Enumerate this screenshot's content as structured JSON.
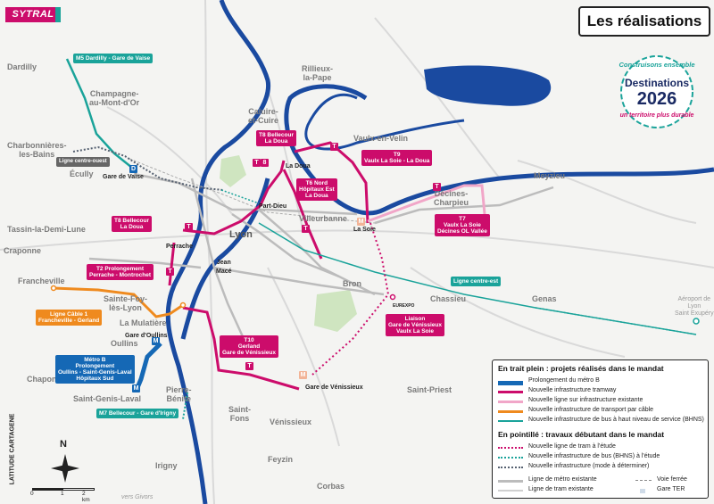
{
  "header": {
    "brand": "SYTRAL",
    "title": "Les réalisations"
  },
  "destinations": {
    "top": "Construisons ensemble",
    "name": "Destinations",
    "year": "2026",
    "bottom": "un territoire plus durable"
  },
  "places": {
    "dardilly": "Dardilly",
    "champagne": "Champagne-\nau-Mont-d'Or",
    "charbonnieres": "Charbonnières-\nles-Bains",
    "ecully": "Écully",
    "tassin": "Tassin-la-Demi-Lune",
    "craponne": "Craponne",
    "francheville": "Francheville",
    "sainte_foy": "Sainte-Foy-\nlès-Lyon",
    "oullins": "Oullins",
    "la_mulatiere": "La Mulatière",
    "saint_genis": "Saint-Genis-Laval",
    "chaponost": "Chaponost",
    "pierre_benite": "Pierre-\nBénite",
    "irigny": "Irigny",
    "saint_fons": "Saint-\nFons",
    "venissieux": "Vénissieux",
    "feyzin": "Feyzin",
    "corbas": "Corbas",
    "saint_priest": "Saint-Priest",
    "bron": "Bron",
    "chassieu": "Chassieu",
    "genas": "Genas",
    "meyzieu": "Meyzieu",
    "decines": "Décines-\nCharpieu",
    "vaulx": "Vaulx-en-Velin",
    "villeurbanne": "Villeurbanne",
    "caluire": "Caluire-\net-Cuire",
    "rillieux": "Rillieux-\nla-Pape",
    "lyon": "Lyon",
    "vers_givors": "vers Givors",
    "aeroport": "Aéroport de\nLyon\nSaint Exupéry"
  },
  "stations": {
    "gare_vaise": "Gare de Vaise",
    "part_dieu": "Part-Dieu",
    "perrache": "Perrache",
    "jean_mace": "Jean\nMacé",
    "la_doua": "La Doua",
    "la_soie": "La Soie",
    "gare_oullins": "Gare d'Oullins",
    "gare_venissieux": "Gare de Vénissieux",
    "eurexpo": "EUREXPO"
  },
  "labels": {
    "m5_dardilly": "Dardilly - Gare de Vaise",
    "m5_code": "M5",
    "ligne_ouest": "Ligne centre-ouest",
    "t8_top": "T8 Bellecour\nLa Doua",
    "t9": "T9\nVaulx La Soie - La Doua",
    "t6_nord": "T6 Nord\nHôpitaux Est\nLa Doua",
    "t7": "T7\nVaulx La Soie\nDécines OL Vallée",
    "t8_left": "T8 Bellecour\nLa Doua",
    "t2_prolong": "T2 Prolongement\nPerrache - Montrochet",
    "cable": "Ligne Câble 1\nFrancheville - Gerland",
    "ligne_est": "Ligne centre-est",
    "liaison": "Liaison\nGare de Vénissieux\nVaulx La Soie",
    "t10": "T10\nGerland\nGare de Vénissieux",
    "metro_b": "Métro B\nProlongement\nOullins - Saint-Genis-Laval\nHôpitaux Sud",
    "m7_bellecour": "Bellecour - Gare d'Irigny",
    "m7_code": "M7",
    "genas_name": "Genas"
  },
  "legend": {
    "section1": "En trait plein : projets réalisés dans le mandat",
    "item_metro": "Prolongement du métro B",
    "item_tram": "Nouvelle infrastructure tramway",
    "item_tram_exist": "Nouvelle ligne sur infrastructure existante",
    "item_cable": "Nouvelle infrastructure de transport par câble",
    "item_bhns": "Nouvelle infrastructure de bus à haut niveau de service (BHNS)",
    "section2": "En pointillé : travaux débutant dans le mandat",
    "item_tram_study": "Nouvelle ligne de tram à l'étude",
    "item_bus_study": "Nouvelle infrastructure de bus (BHNS) à l'étude",
    "item_mode": "Nouvelle infrastructure (mode à déterminer)",
    "item_metro_exist": "Ligne de métro existante",
    "item_tram_exist2": "Ligne de tram existante",
    "item_rail": "Voie ferrée",
    "item_ter": "Gare TER"
  },
  "credit": "LATITUDE CARTAGENE",
  "compass": "N",
  "scale": {
    "s0": "0",
    "s1": "1",
    "s2": "2 km"
  },
  "colors": {
    "tram": "#cc0c6b",
    "tram_exist": "#f1a6c8",
    "metro": "#1568b5",
    "cable": "#ef8a1e",
    "bus": "#1aa39a",
    "river": "#1a4aa0"
  }
}
